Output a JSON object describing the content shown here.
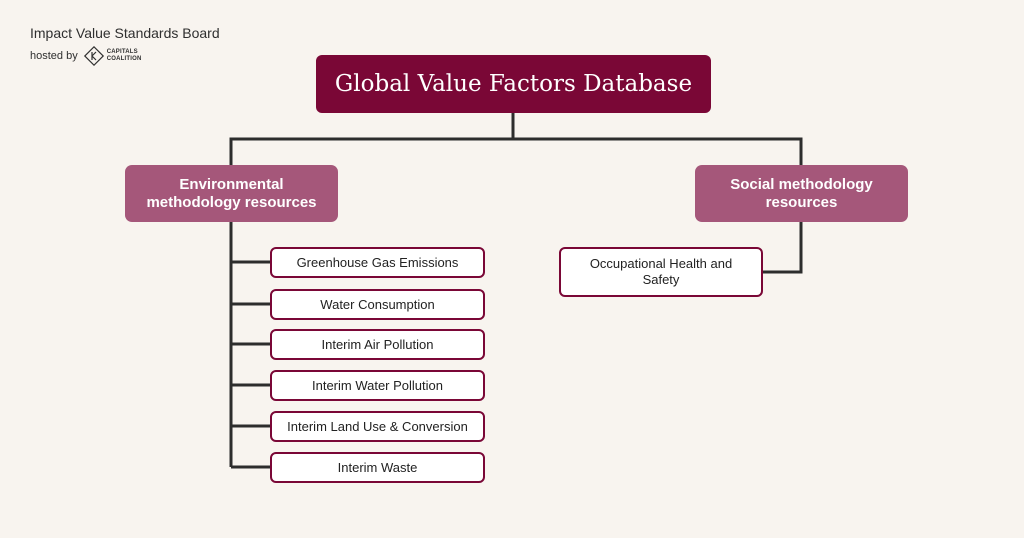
{
  "header": {
    "organization": "Impact Value Standards Board",
    "hosted_by": "hosted by",
    "host_logo_text": [
      "CAPITALS",
      "COALITION"
    ]
  },
  "diagram": {
    "title": "Global Value Factors Database",
    "branches": [
      {
        "label": "Environmental methodology resources",
        "items": [
          "Greenhouse Gas Emissions",
          "Water Consumption",
          "Interim Air Pollution",
          "Interim Water Pollution",
          "Interim Land Use & Conversion",
          "Interim Waste"
        ]
      },
      {
        "label": "Social methodology resources",
        "items": [
          "Occupational Health and Safety"
        ]
      }
    ]
  },
  "colors": {
    "background": "#f8f4ef",
    "title_fill": "#7a0736",
    "category_fill": "#a5577a",
    "leaf_border": "#7a0736",
    "connector": "#2d2d2d"
  }
}
